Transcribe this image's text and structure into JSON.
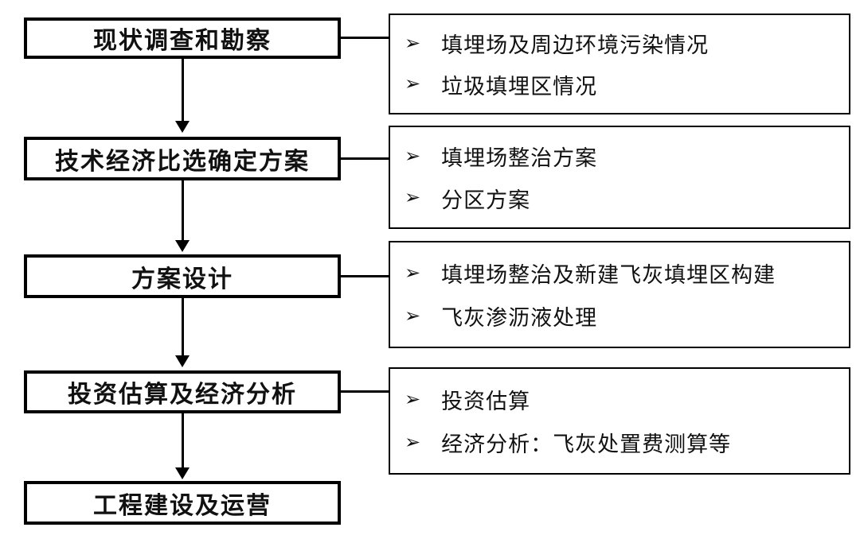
{
  "diagram": {
    "type": "flowchart",
    "background_color": "#ffffff",
    "line_color": "#000000",
    "bullet_char": "➢",
    "steps": [
      {
        "label": "现状调查和勘察",
        "details": [
          "填埋场及周边环境污染情况",
          "垃圾填埋区情况"
        ]
      },
      {
        "label": "技术经济比选确定方案",
        "details": [
          "填埋场整治方案",
          "分区方案"
        ]
      },
      {
        "label": "方案设计",
        "details": [
          "填埋场整治及新建飞灰填埋区构建",
          "飞灰渗沥液处理"
        ]
      },
      {
        "label": "投资估算及经济分析",
        "details": [
          "投资估算",
          "经济分析：飞灰处置费测算等"
        ]
      },
      {
        "label": "工程建设及运营",
        "details": []
      }
    ]
  }
}
